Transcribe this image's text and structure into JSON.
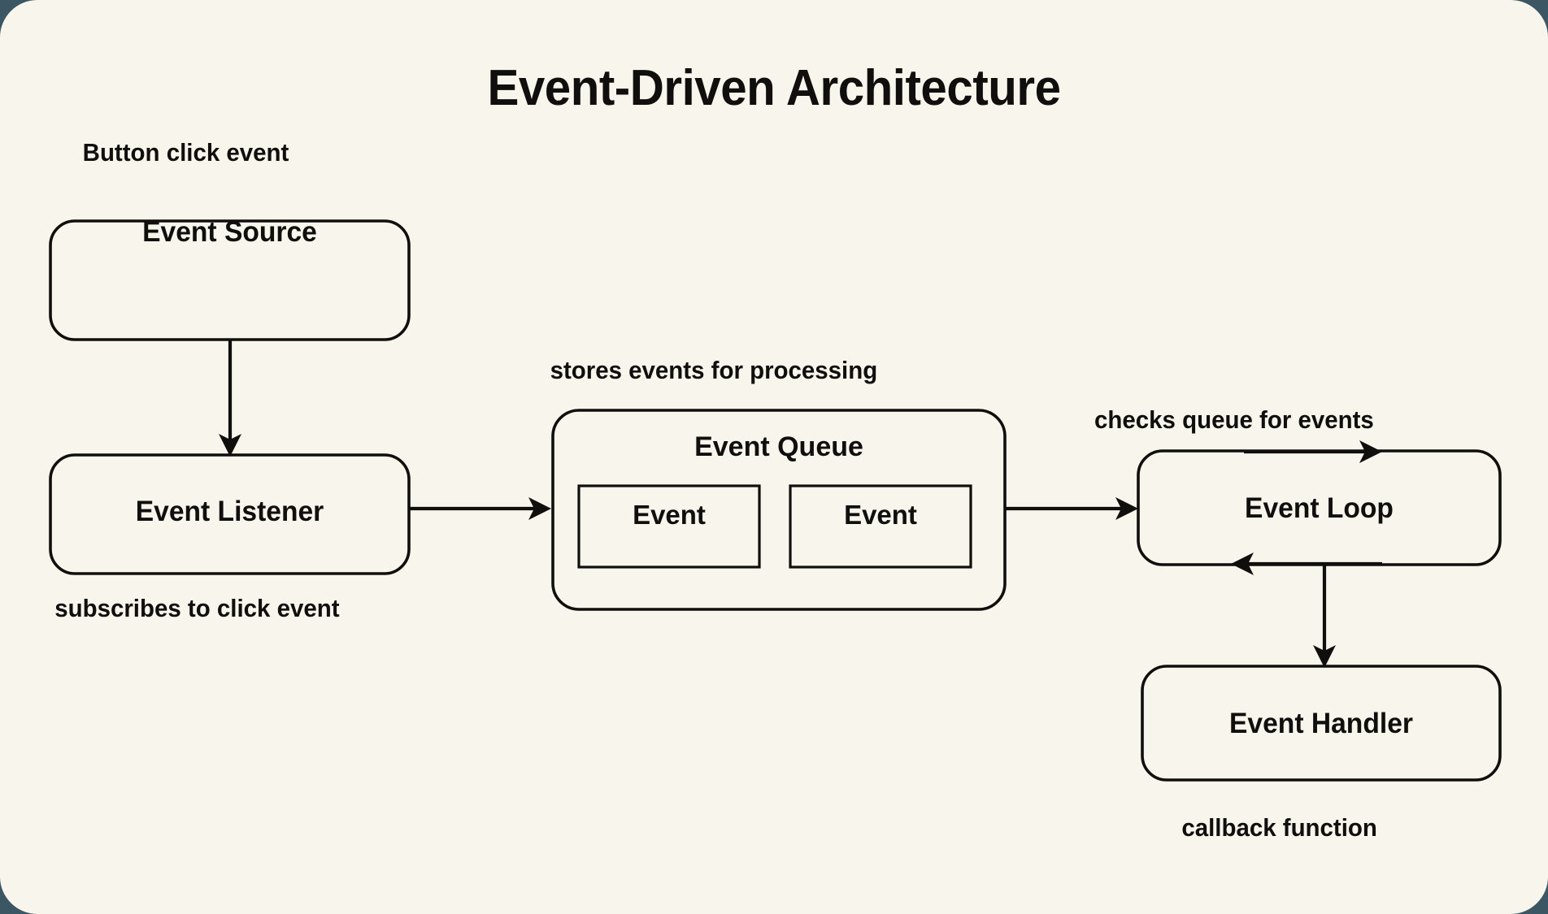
{
  "diagram": {
    "title": "Event-Driven Architecture",
    "background_color": "#f8f5ed",
    "stroke_color": "#100f0d",
    "outer_color": "#3d5663",
    "nodes": [
      {
        "id": "event-source",
        "label": "Event Source"
      },
      {
        "id": "event-listener",
        "label": "Event Listener"
      },
      {
        "id": "event-queue",
        "label": "Event Queue"
      },
      {
        "id": "event-loop",
        "label": "Event Loop"
      },
      {
        "id": "event-handler",
        "label": "Event Handler"
      }
    ],
    "queue_items": [
      {
        "id": "queued-event-1",
        "label": "Event"
      },
      {
        "id": "queued-event-2",
        "label": "Event"
      }
    ],
    "edge_labels": {
      "button_click": "Button click event",
      "subscribes": "subscribes to click event",
      "stores": "stores events for processing",
      "checks": "checks queue for events",
      "callback": "callback function"
    }
  }
}
